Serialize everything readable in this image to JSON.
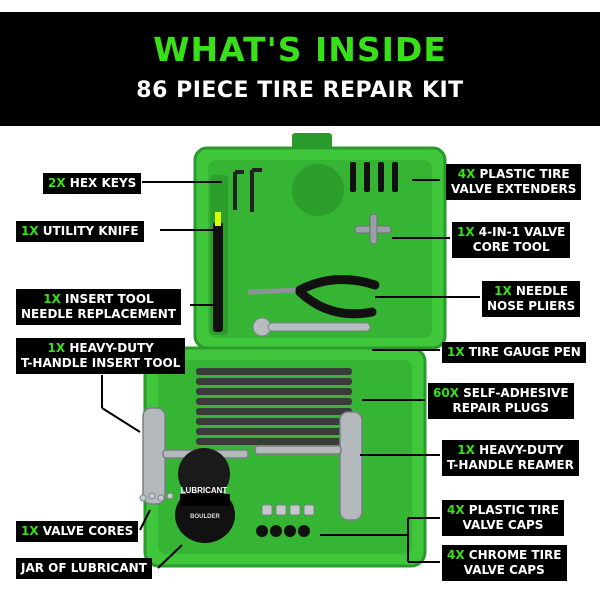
{
  "header": {
    "title": "WHAT'S INSIDE",
    "subtitle": "86 PIECE TIRE REPAIR KIT"
  },
  "colors": {
    "accent": "#39e01a",
    "case": "#3fc63a",
    "case_dark": "#2a9a2c",
    "background": "#ffffff",
    "label_bg": "#000000"
  },
  "labels": [
    {
      "id": "hex-keys",
      "qty": "2X",
      "lines": [
        "HEX KEYS"
      ]
    },
    {
      "id": "utility-knife",
      "qty": "1X",
      "lines": [
        "UTILITY KNIFE"
      ]
    },
    {
      "id": "insert-tool-needle",
      "qty": "1X",
      "lines": [
        "INSERT TOOL",
        "NEEDLE REPLACEMENT"
      ]
    },
    {
      "id": "t-handle-insert-tool",
      "qty": "1X",
      "lines": [
        "HEAVY-DUTY",
        "T-HANDLE INSERT TOOL"
      ]
    },
    {
      "id": "valve-cores",
      "qty": "1X",
      "lines": [
        "VALVE CORES"
      ]
    },
    {
      "id": "jar-of-lubricant",
      "qty": "",
      "lines": [
        "JAR OF LUBRICANT"
      ]
    },
    {
      "id": "plastic-valve-extenders",
      "qty": "4X",
      "lines": [
        "PLASTIC TIRE",
        "VALVE EXTENDERS"
      ]
    },
    {
      "id": "valve-core-tool",
      "qty": "1X",
      "lines": [
        "4-IN-1 VALVE",
        "CORE TOOL"
      ]
    },
    {
      "id": "needle-nose-pliers",
      "qty": "1X",
      "lines": [
        "NEEDLE",
        "NOSE PLIERS"
      ]
    },
    {
      "id": "tire-gauge-pen",
      "qty": "1X",
      "lines": [
        "TIRE GAUGE PEN"
      ]
    },
    {
      "id": "repair-plugs",
      "qty": "60X",
      "lines": [
        "SELF-ADHESIVE",
        "REPAIR PLUGS"
      ]
    },
    {
      "id": "t-handle-reamer",
      "qty": "1X",
      "lines": [
        "HEAVY-DUTY",
        "T-HANDLE REAMER"
      ]
    },
    {
      "id": "plastic-valve-caps",
      "qty": "4X",
      "lines": [
        "PLASTIC TIRE",
        "VALVE CAPS"
      ]
    },
    {
      "id": "chrome-valve-caps",
      "qty": "4X",
      "lines": [
        "CHROME TIRE",
        "VALVE CAPS"
      ]
    }
  ],
  "product_text": {
    "jar_brand": "LUBRICANT",
    "jar_logo": "BOULDER"
  },
  "icons": {
    "case": "tool-case-icon",
    "pliers": "pliers-icon",
    "knife": "utility-knife-icon",
    "jar": "lubricant-jar-icon"
  }
}
